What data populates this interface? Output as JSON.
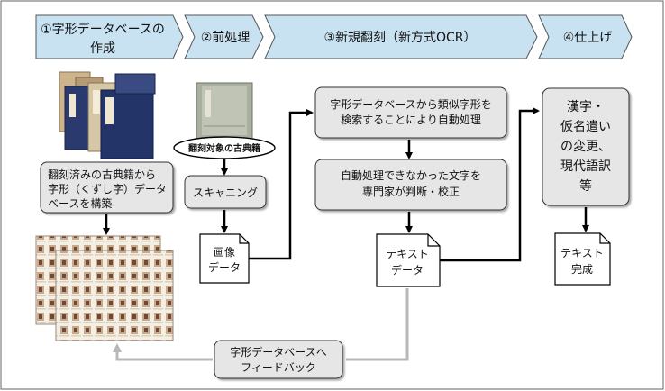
{
  "phases": [
    {
      "line1": "①字形データベースの",
      "line2": "作成"
    },
    {
      "label": "②前処理"
    },
    {
      "label": "③新規翻刻（新方式OCR）"
    },
    {
      "label": "④仕上げ"
    }
  ],
  "boxes": {
    "build_db": {
      "line1": "翻刻済みの古典籍から",
      "line2": "字形（くずし字）データ",
      "line3": "ベースを構築"
    },
    "source_book": "翻刻対象の古典籍",
    "scanning": "スキャニング",
    "image_data": {
      "line1": "画像",
      "line2": "データ"
    },
    "auto_process": {
      "line1": "字形データベースから類似字形を",
      "line2": "検索することにより自動処理"
    },
    "expert_check": {
      "line1": "自動処理できなかった文字を",
      "line2": "専門家が判断・校正"
    },
    "text_data": {
      "line1": "テキスト",
      "line2": "データ"
    },
    "finish": {
      "line1": "漢字・",
      "line2": "仮名遣い",
      "line3": "の変更、",
      "line4": "現代語訳",
      "line5": "等"
    },
    "text_done": {
      "line1": "テキスト",
      "line2": "完成"
    },
    "feedback": {
      "line1": "字形データベースへ",
      "line2": "フィードバック"
    }
  },
  "colors": {
    "phase_fill": "#c8e2f2",
    "box_fill": "#e6e6e6",
    "arrow": "#000000",
    "feedback_arrow": "#b8b8b8",
    "book_navy": "#2b3a6e",
    "book_tan": "#cdb48c"
  }
}
